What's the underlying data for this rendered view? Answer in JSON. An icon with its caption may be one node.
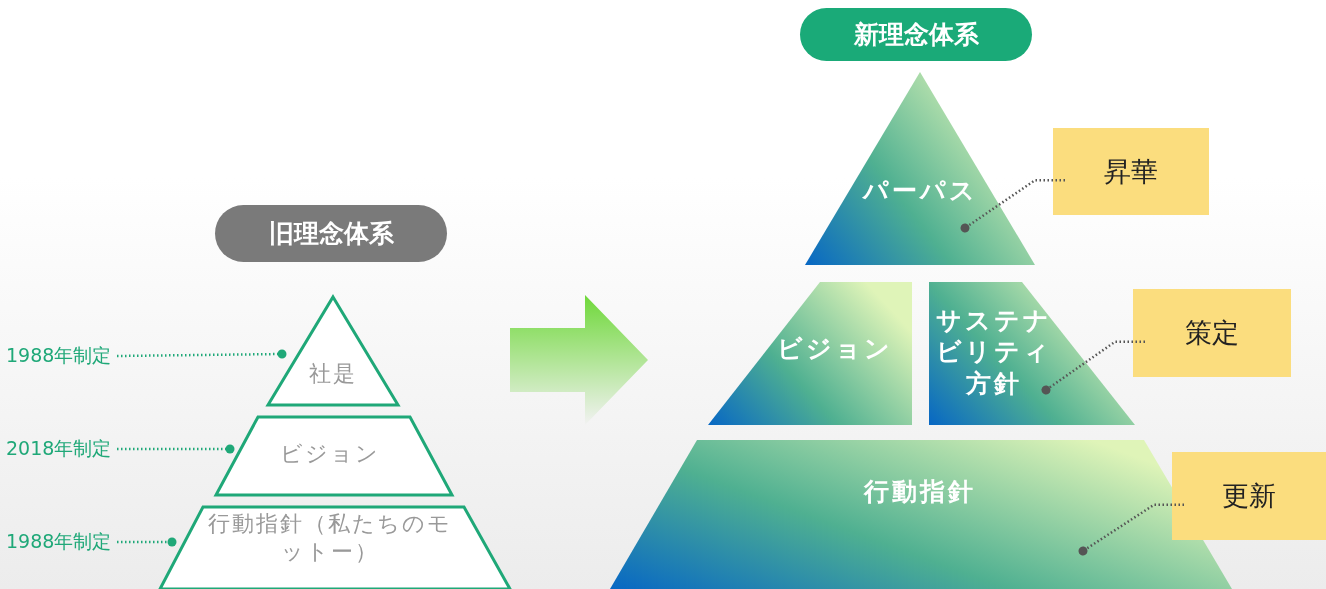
{
  "diagram": {
    "nodes": [
      {
        "text": [
          "旧理念体系"
        ]
      },
      {
        "text": [
          "社是"
        ]
      },
      {
        "text": [
          "ビジョン"
        ]
      },
      {
        "text": [
          "行動指針（私たちのモットー）"
        ]
      },
      {
        "text": [
          "1988年制定"
        ]
      },
      {
        "text": [
          "2018年制定"
        ]
      },
      {
        "text": [
          "1988年制定"
        ]
      },
      {
        "text": [
          "新理念体系"
        ]
      },
      {
        "text": [
          "パーパス"
        ]
      },
      {
        "text": [
          "ビジョン"
        ]
      },
      {
        "text": [
          "サステナビリティ方針"
        ]
      },
      {
        "text": [
          "行動指針"
        ]
      },
      {
        "text": [
          "昇華"
        ]
      },
      {
        "text": [
          "策定"
        ]
      },
      {
        "text": [
          "更新"
        ]
      }
    ],
    "edges": [
      {
        "from": 4,
        "to": 1,
        "arrow": "other",
        "style": "dashed",
        "color": "#1fa878"
      },
      {
        "from": 5,
        "to": 2,
        "arrow": "other",
        "style": "dashed",
        "color": "#1fa878"
      },
      {
        "from": 6,
        "to": 3,
        "arrow": "other",
        "style": "dashed",
        "color": "#1fa878"
      },
      {
        "from": 2,
        "to": 9,
        "arrow": "to",
        "style": "thick"
      },
      {
        "from": 12,
        "to": 8,
        "arrow": "other",
        "style": "dashed",
        "color": "#555555"
      },
      {
        "from": 13,
        "to": 10,
        "arrow": "other",
        "style": "dashed",
        "color": "#555555"
      },
      {
        "from": 14,
        "to": 11,
        "arrow": "other",
        "style": "dashed",
        "color": "#555555"
      }
    ]
  }
}
